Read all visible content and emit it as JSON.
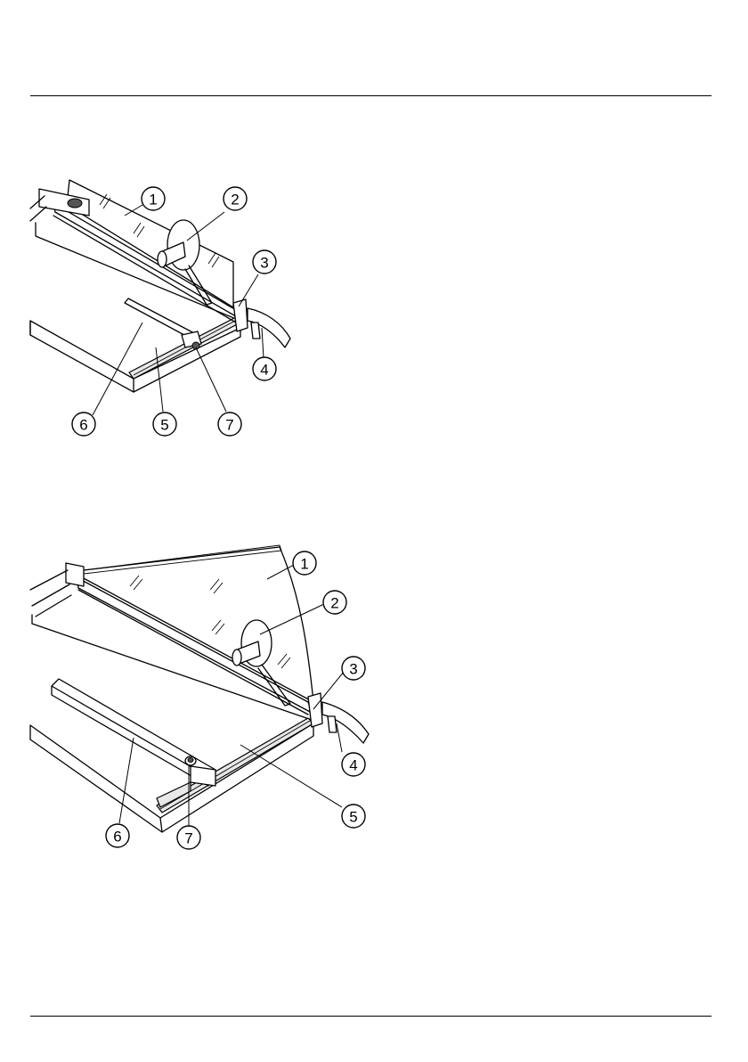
{
  "figure_top": {
    "callouts": [
      {
        "label": "1",
        "name": "callout-1"
      },
      {
        "label": "2",
        "name": "callout-2"
      },
      {
        "label": "3",
        "name": "callout-3"
      },
      {
        "label": "4",
        "name": "callout-4"
      },
      {
        "label": "5",
        "name": "callout-5"
      },
      {
        "label": "6",
        "name": "callout-6"
      },
      {
        "label": "7",
        "name": "callout-7"
      }
    ]
  },
  "figure_bottom": {
    "callouts": [
      {
        "label": "1",
        "name": "callout-1"
      },
      {
        "label": "2",
        "name": "callout-2"
      },
      {
        "label": "3",
        "name": "callout-3"
      },
      {
        "label": "4",
        "name": "callout-4"
      },
      {
        "label": "5",
        "name": "callout-5"
      },
      {
        "label": "6",
        "name": "callout-6"
      },
      {
        "label": "7",
        "name": "callout-7"
      }
    ]
  }
}
